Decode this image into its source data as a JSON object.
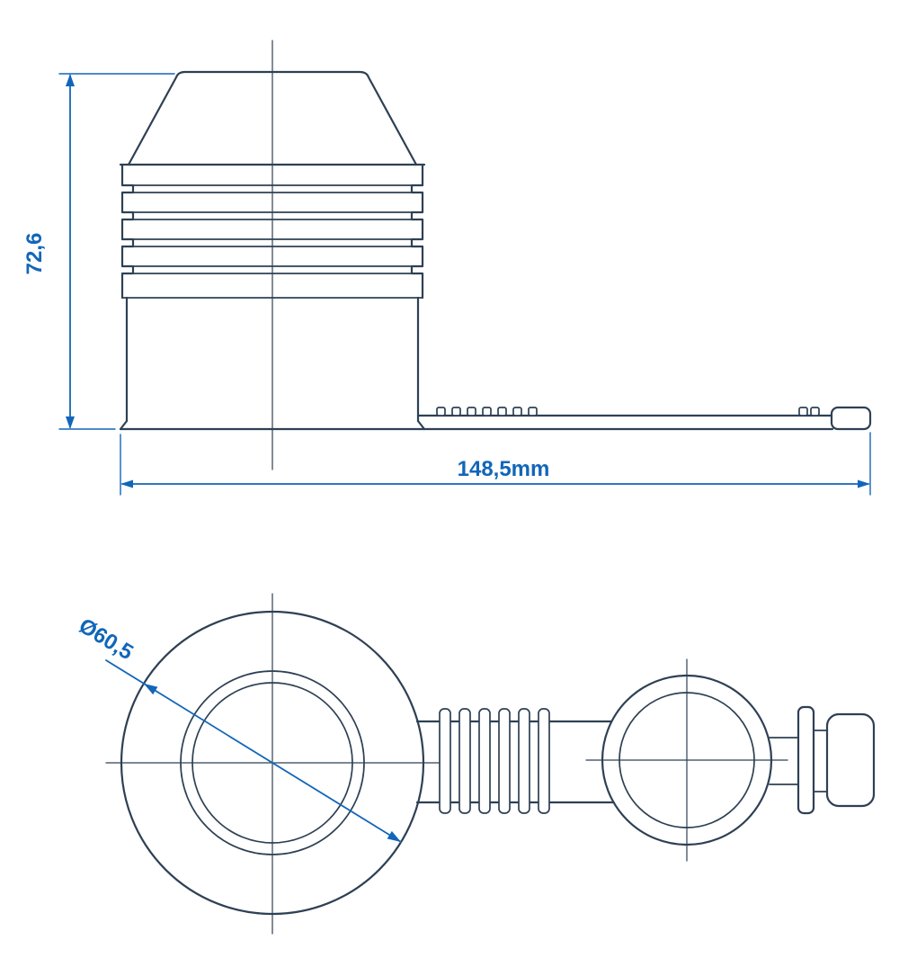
{
  "page": {
    "title": "Technical drawing of trailer socket protection cap with strap",
    "views": [
      {
        "name": "side-elevation-view"
      },
      {
        "name": "plan-view"
      }
    ]
  },
  "colors": {
    "background": "#ffffff",
    "line": "#2e4054",
    "dimension": "#1166b8",
    "fill_white": "#ffffff"
  },
  "dimensions": {
    "height_label": "72,6",
    "width_label": "148,5mm",
    "diameter_label": "Ø60,5"
  }
}
